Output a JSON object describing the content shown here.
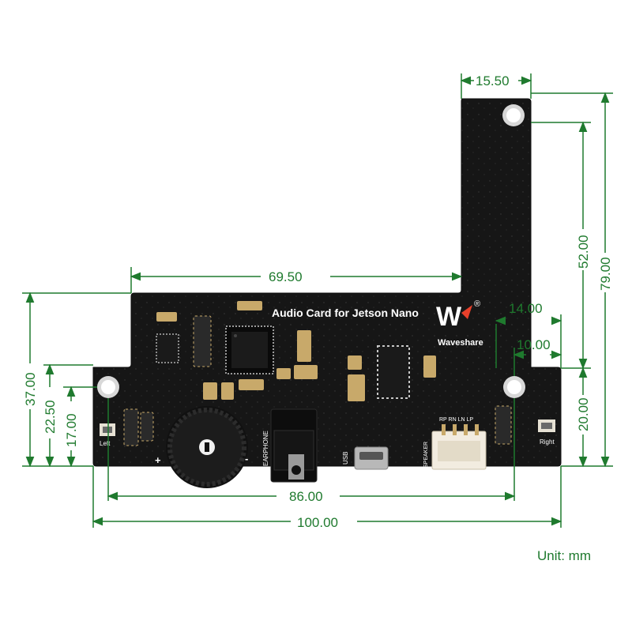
{
  "board": {
    "title": "Audio Card for Jetson Nano",
    "brand": "Waveshare",
    "logo_text": "W",
    "registered_mark": "®",
    "labels": {
      "left": "Left",
      "right": "Right",
      "earphone": "EARPHONE",
      "usb": "USB",
      "speaker": "SPEAKER",
      "pins": "RP RN LN LP",
      "plus": "+",
      "minus": "-"
    }
  },
  "dimensions": {
    "top_width": "15.50",
    "total_height": "79.00",
    "upper_height": "52.00",
    "step_width": "69.50",
    "right_step": "14.00",
    "right_hole_offset": "10.00",
    "left_height": "37.00",
    "left_mid_height": "22.50",
    "left_hole_height": "17.00",
    "right_bottom_height": "20.00",
    "hole_span": "86.00",
    "total_width": "100.00"
  },
  "unit_label": "Unit: mm",
  "colors": {
    "dimension": "#1f7a2e",
    "board": "#161616",
    "silkscreen": "#ffffff",
    "gold": "#c8a96a",
    "connector": "#f2ece0"
  }
}
